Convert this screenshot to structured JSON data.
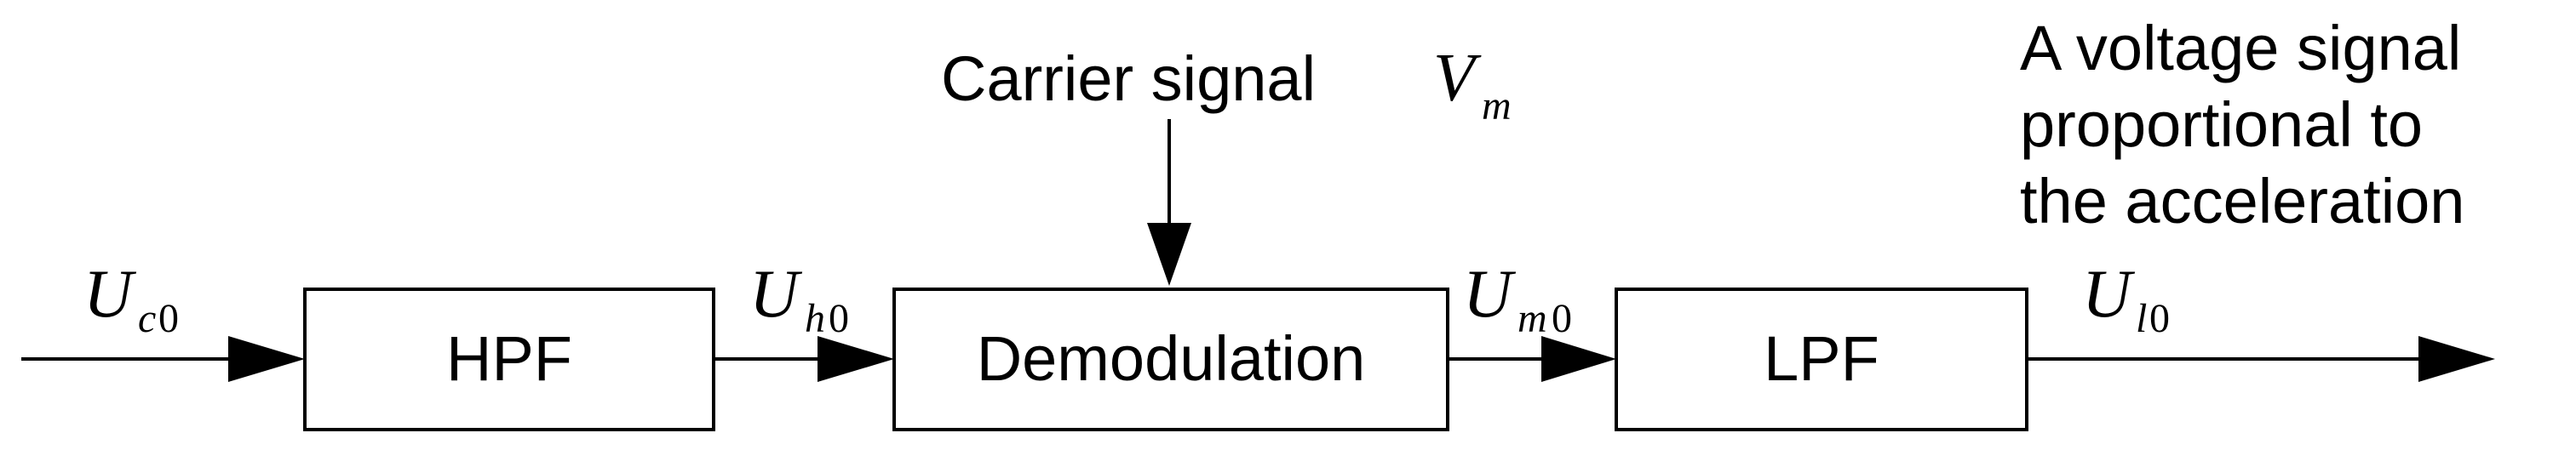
{
  "blocks": {
    "hpf": "HPF",
    "demodulation": "Demodulation",
    "lpf": "LPF"
  },
  "carrier": {
    "label": "Carrier signal",
    "symbol": "V",
    "subscript": "m"
  },
  "output_note": {
    "line1": "A voltage signal",
    "line2": "proportional to",
    "line3": "the acceleration"
  },
  "signals": {
    "uc0": {
      "symbol": "U",
      "sub": "c",
      "sub_digit": "0"
    },
    "uh0": {
      "symbol": "U",
      "sub": "h",
      "sub_digit": "0"
    },
    "um0": {
      "symbol": "U",
      "sub": "m",
      "sub_digit": "0"
    },
    "ul0": {
      "symbol": "U",
      "sub": "l",
      "sub_digit": "0"
    }
  },
  "colors": {
    "line": "#000000",
    "background": "#ffffff"
  }
}
